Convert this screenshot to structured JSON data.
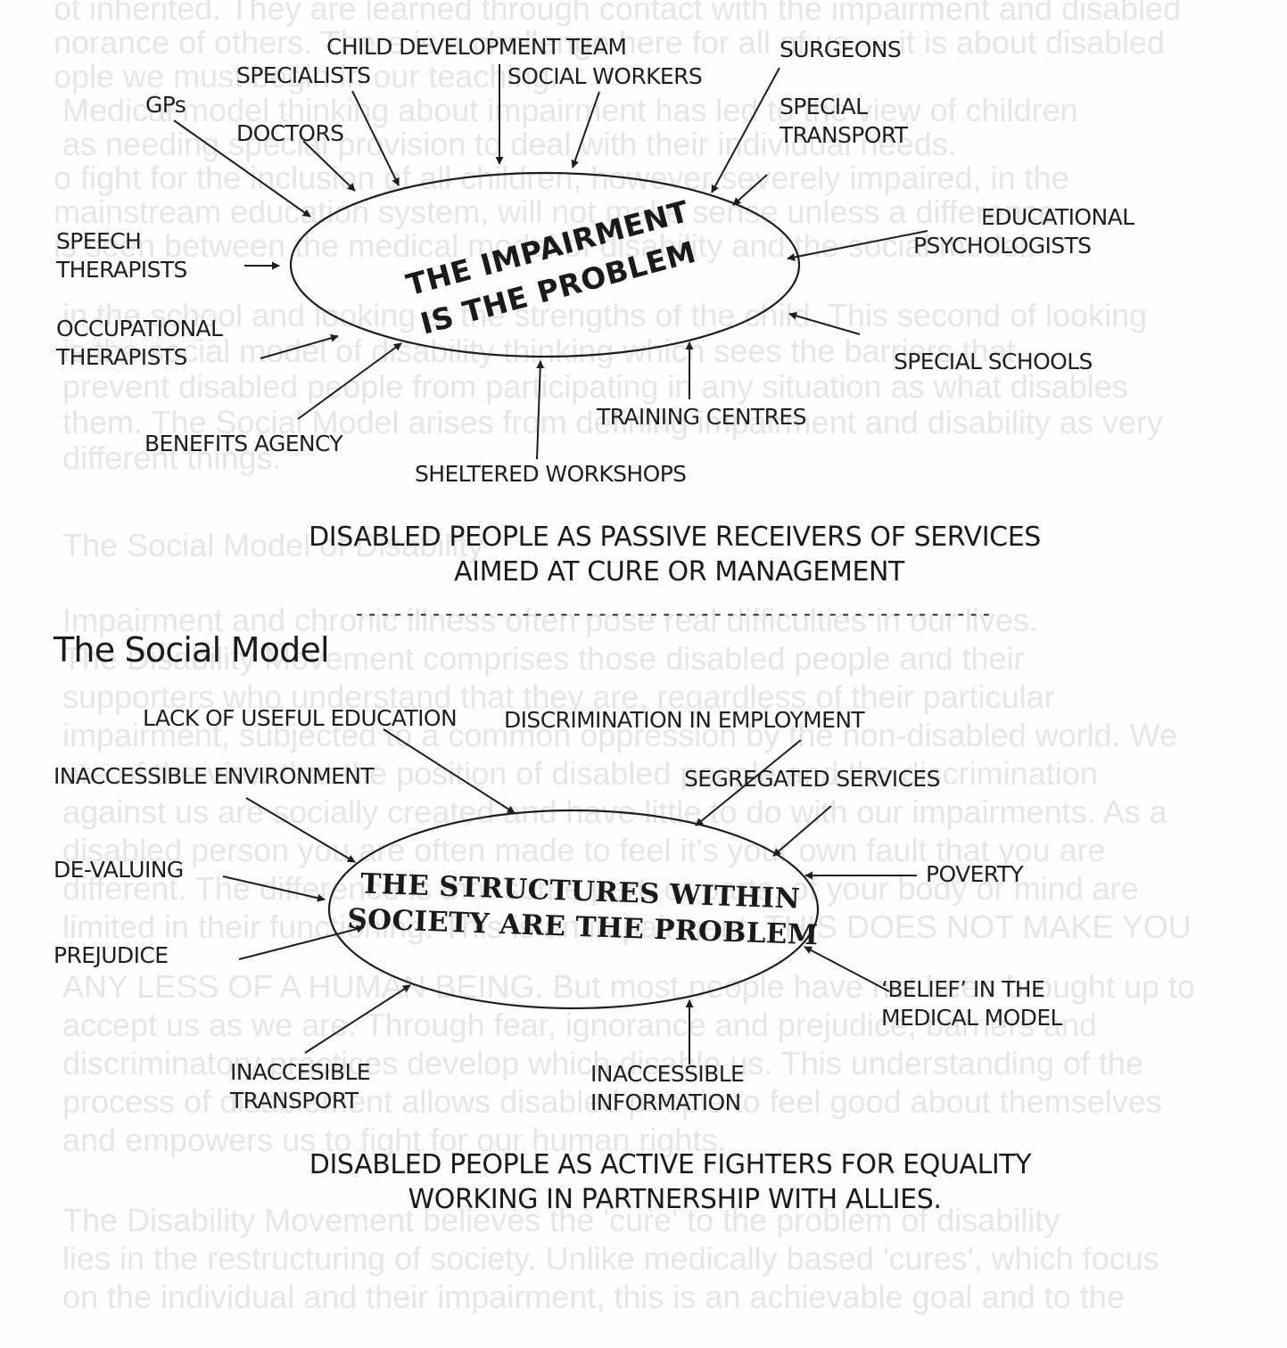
{
  "medical_model": {
    "center_text": [
      "THE IMPAIRMENT",
      "IS THE PROBLEM"
    ],
    "labels": {
      "gps": "GPs",
      "specialists": "SPECIALISTS",
      "doctors": "DOCTORS",
      "child_development_team": "CHILD DEVELOPMENT TEAM",
      "social_workers": "SOCIAL WORKERS",
      "surgeons": "SURGEONS",
      "special_transport": [
        "SPECIAL",
        "TRANSPORT"
      ],
      "educational_psychologists": [
        "EDUCATIONAL",
        "PSYCHOLOGISTS"
      ],
      "speech_therapists": [
        "SPEECH",
        "THERAPISTS"
      ],
      "occupational_therapists": [
        "OCCUPATIONAL",
        "THERAPISTS"
      ],
      "special_schools": "SPECIAL SCHOOLS",
      "benefits_agency": "BENEFITS AGENCY",
      "training_centres": "TRAINING CENTRES",
      "sheltered_workshops": "SHELTERED WORKSHOPS"
    },
    "caption": [
      "DISABLED PEOPLE AS PASSIVE RECEIVERS OF SERVICES",
      "AIMED AT CURE OR MANAGEMENT"
    ]
  },
  "divider": "--------------------------------------------------",
  "social_model": {
    "heading": "The Social Model",
    "center_text": [
      "THE STRUCTURES WITHIN",
      "SOCIETY ARE THE PROBLEM"
    ],
    "labels": {
      "lack_of_useful_education": "LACK OF USEFUL EDUCATION",
      "discrimination_in_employment": "DISCRIMINATION IN EMPLOYMENT",
      "inaccessible_environment": "INACCESSIBLE ENVIRONMENT",
      "segregated_services": "SEGREGATED SERVICES",
      "de_valuing": "DE-VALUING",
      "poverty": "POVERTY",
      "prejudice": "PREJUDICE",
      "belief_in_medical_model": [
        "‘BELIEF’ IN THE",
        "MEDICAL MODEL"
      ],
      "inaccesible_transport": [
        "INACCESIBLE",
        "TRANSPORT"
      ],
      "inaccessible_information": [
        "INACCESSIBLE",
        "INFORMATION"
      ]
    },
    "caption": [
      "DISABLED PEOPLE AS ACTIVE FIGHTERS FOR EQUALITY",
      "WORKING IN PARTNERSHIP WITH ALLIES."
    ]
  },
  "show_through_text": [
    "ot inherited. They are learned through contact with the impairment and disabled",
    "norance of others. There is a challenge here for all of us — it is about disabled",
    "ople we must begin in our teaching.",
    "Medical model thinking about impairment has led to the view of children",
    "as needing special provision to deal with their individual needs.",
    "o fight for the inclusion of all children, however severely impaired, in the",
    "mainstream education system, will not make sense unless a difference",
    "is seen between the medical model of disability and the social model.",
    "in the school and looking at the strengths of the child. This second of looking",
    "is the social model of disability thinking which sees the barriers that",
    "prevent disabled people from participating in any situation as what disables",
    "them. The Social Model arises from defining impairment and disability as very",
    "different things.",
    "The Social Model of Disability",
    "Impairment and chronic illness often pose real difficulties in our lives.",
    "The Disability Movement comprises those disabled people and their",
    "supporters who understand that they are, regardless of their particular",
    "impairment, subjected to a common oppression by the non-disabled world. We",
    "are of the view that the position of disabled people and the discrimination",
    "against us are socially created and have little to do with our impairments. As a",
    "disabled person you are often made to feel it's your own fault that you are",
    "different. The difference is that some part, or parts, of your body or mind are",
    "limited in their functioning. This is an impairment. THIS DOES NOT MAKE YOU",
    "ANY LESS OF A HUMAN BEING. But most people have not been brought up to",
    "accept us as we are. Through fear, ignorance and prejudice, barriers and",
    "discriminatory practices develop which disable us. This understanding of the",
    "process of disablement allows disabled people to feel good about themselves",
    "and empowers us to fight for our human rights.",
    "The Disability Movement believes the 'cure' to the problem of disability",
    "lies in the restructuring of society. Unlike medically based 'cures', which focus",
    "on the individual and their impairment, this is an achievable goal and to the"
  ]
}
